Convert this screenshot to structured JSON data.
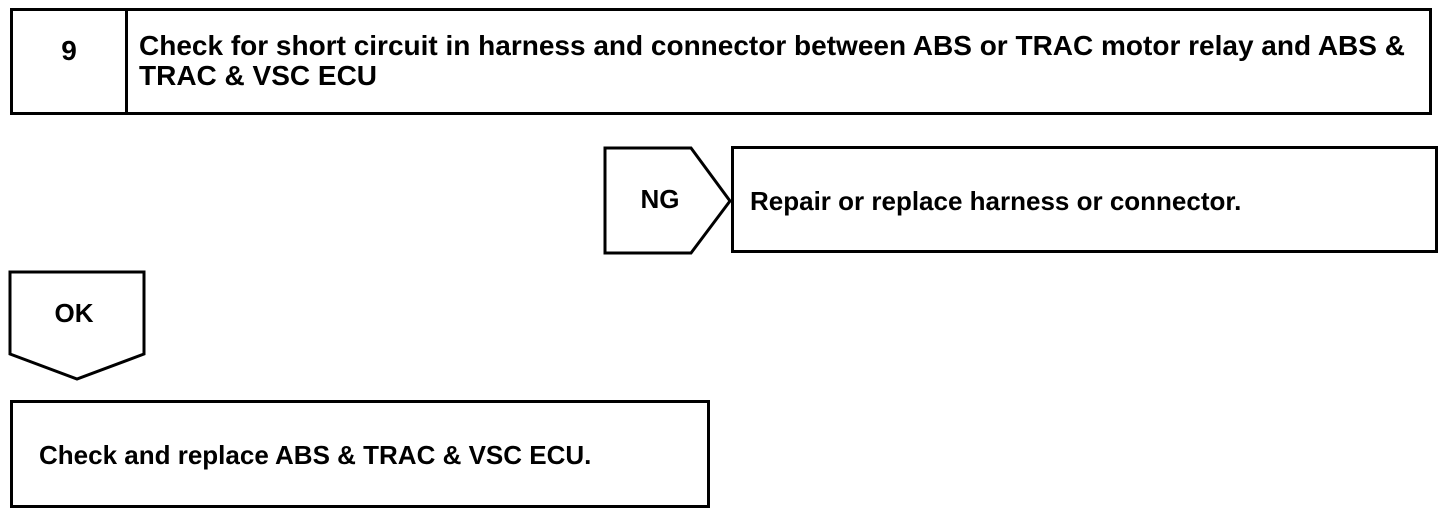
{
  "step": {
    "number": "9",
    "title": "Check for short circuit in harness and connector between ABS or TRAC motor relay and ABS & TRAC & VSC ECU"
  },
  "ng_branch": {
    "label": "NG",
    "action": "Repair or replace harness or connector."
  },
  "ok_branch": {
    "label": "OK",
    "action": "Check and replace ABS & TRAC & VSC ECU."
  }
}
